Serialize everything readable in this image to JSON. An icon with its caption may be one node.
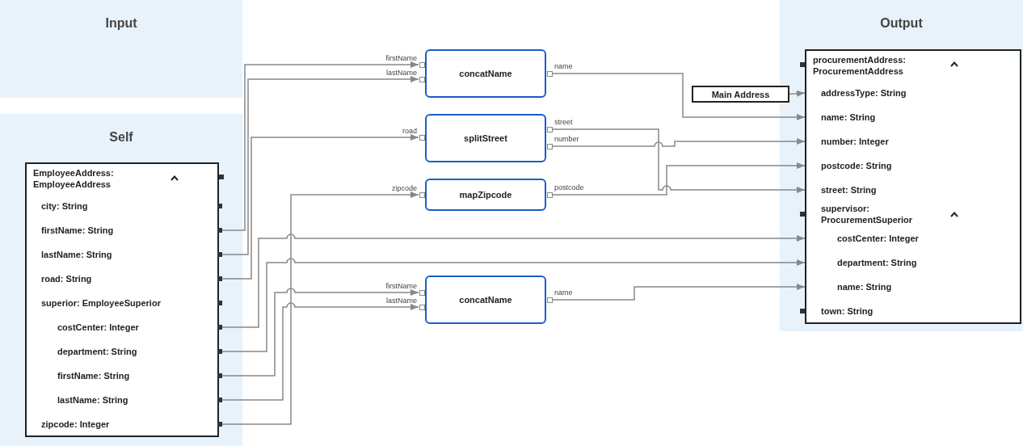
{
  "diagram": {
    "nodes": [
      {
        "text": [
          "Input"
        ]
      },
      {
        "text": [
          "Self"
        ]
      },
      {
        "text": [
          "EmployeeAddress: EmployeeAddress"
        ],
        "in": 1
      },
      {
        "text": [
          "city: String"
        ],
        "in": 2
      },
      {
        "text": [
          "firstName: String"
        ],
        "in": 2
      },
      {
        "text": [
          "lastName: String"
        ],
        "in": 2
      },
      {
        "text": [
          "road: String"
        ],
        "in": 2
      },
      {
        "text": [
          "superior: EmployeeSuperior"
        ],
        "in": 2
      },
      {
        "text": [
          "costCenter: Integer"
        ],
        "in": 2
      },
      {
        "text": [
          "department: String"
        ],
        "in": 2
      },
      {
        "text": [
          "firstName: String"
        ],
        "in": 2
      },
      {
        "text": [
          "lastName: String"
        ],
        "in": 2
      },
      {
        "text": [
          "zipcode: Integer"
        ],
        "in": 2
      },
      {
        "text": [
          "concatName"
        ]
      },
      {
        "text": [
          "splitStreet"
        ]
      },
      {
        "text": [
          "mapZipcode"
        ]
      },
      {
        "text": [
          "concatName"
        ]
      },
      {
        "text": [
          "Main Address"
        ]
      },
      {
        "text": [
          "Output"
        ]
      },
      {
        "text": [
          "procurementAddress: ProcurementAddress"
        ],
        "in": 18
      },
      {
        "text": [
          "addressType: String"
        ],
        "in": 19
      },
      {
        "text": [
          "name: String"
        ],
        "in": 19
      },
      {
        "text": [
          "number: Integer"
        ],
        "in": 19
      },
      {
        "text": [
          "postcode: String"
        ],
        "in": 19
      },
      {
        "text": [
          "street: String"
        ],
        "in": 19
      },
      {
        "text": [
          "supervisor: ProcurementSuperior"
        ],
        "in": 19
      },
      {
        "text": [
          "costCenter: Integer"
        ],
        "in": 19
      },
      {
        "text": [
          "department: String"
        ],
        "in": 19
      },
      {
        "text": [
          "name: String"
        ],
        "in": 19
      },
      {
        "text": [
          "town: String"
        ],
        "in": 19
      }
    ],
    "edges": [
      {
        "from": 4,
        "to": 13,
        "arrow": "to",
        "label": "firstName"
      },
      {
        "from": 5,
        "to": 13,
        "arrow": "to",
        "label": "lastName"
      },
      {
        "from": 6,
        "to": 14,
        "arrow": "to",
        "label": "road"
      },
      {
        "from": 12,
        "to": 15,
        "arrow": "to",
        "label": "zipcode"
      },
      {
        "from": 13,
        "to": 21,
        "arrow": "to",
        "label": "name"
      },
      {
        "from": 14,
        "to": 24,
        "arrow": "to",
        "label": "street"
      },
      {
        "from": 14,
        "to": 22,
        "arrow": "to",
        "label": "number"
      },
      {
        "from": 15,
        "to": 23,
        "arrow": "to",
        "label": "postcode"
      },
      {
        "from": 8,
        "to": 26,
        "arrow": "to"
      },
      {
        "from": 9,
        "to": 27,
        "arrow": "to"
      },
      {
        "from": 10,
        "to": 16,
        "arrow": "to",
        "label": "firstName"
      },
      {
        "from": 11,
        "to": 16,
        "arrow": "to",
        "label": "lastName"
      },
      {
        "from": 16,
        "to": 28,
        "arrow": "to",
        "label": "name"
      },
      {
        "from": 17,
        "to": 20,
        "arrow": "to"
      }
    ]
  }
}
